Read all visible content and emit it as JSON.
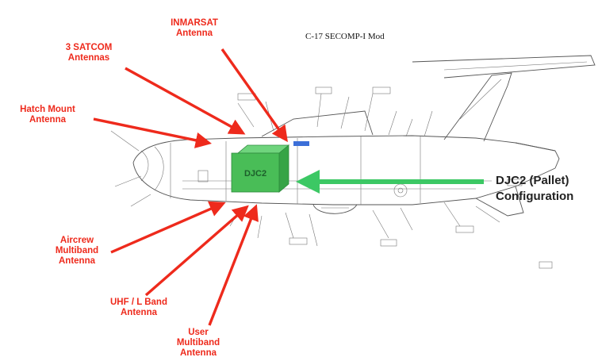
{
  "title": "C-17 SECOMP-I Mod",
  "labels": {
    "inmarsat": [
      "INMARSAT",
      "Antenna"
    ],
    "satcom": [
      "3 SATCOM",
      "Antennas"
    ],
    "hatch": [
      "Hatch Mount",
      "Antenna"
    ],
    "aircrew": [
      "Aircrew",
      "Multiband",
      "Antenna"
    ],
    "uhf": [
      "UHF / L Band",
      "Antenna"
    ],
    "user": [
      "User",
      "Multiband",
      "Antenna"
    ]
  },
  "configuration": [
    "DJC2 (Pallet)",
    "Configuration"
  ],
  "box_label": "DJC2",
  "colors": {
    "callout_red": "#ee2a1c",
    "box_green": "#49bd57",
    "arrow_green": "#3cc864",
    "antenna_blue": "#3c6fd8"
  }
}
